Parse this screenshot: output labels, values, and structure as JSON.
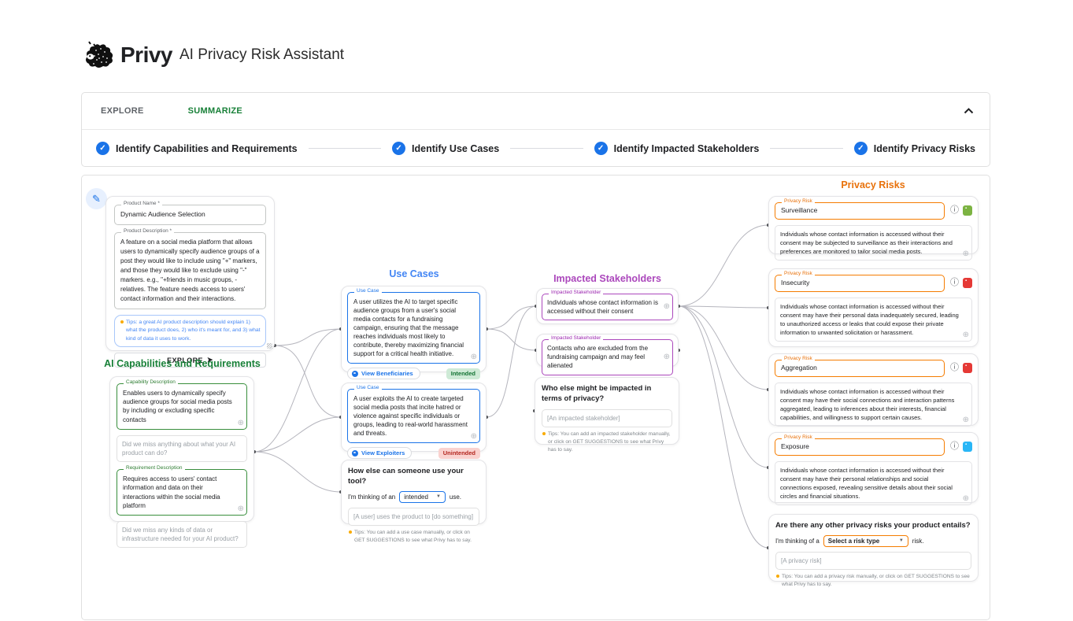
{
  "header": {
    "brand": "Privy",
    "subtitle": "AI Privacy Risk Assistant"
  },
  "tabs": {
    "explore": "EXPLORE",
    "summarize": "SUMMARIZE"
  },
  "steps": [
    {
      "label": "Identify Capabilities and Requirements"
    },
    {
      "label": "Identify Use Cases"
    },
    {
      "label": "Identify Impacted Stakeholders"
    },
    {
      "label": "Identify Privacy Risks"
    }
  ],
  "product": {
    "name_label": "Product Name *",
    "name_value": "Dynamic Audience Selection",
    "desc_label": "Product Description *",
    "desc_value": "A feature on a social media platform that allows users to dynamically specify audience groups of a post they would like to include using \"+\" markers, and those they would like to exclude using \"-\" markers. e.g., \"+friends in music groups, -relatives. The feature needs access to users' contact information and their interactions.",
    "tips": "Tips: a great AI product description should explain 1) what the product does, 2) who it's meant for, and 3) what kind of data it uses to work.",
    "explore_button": "EXPLORE"
  },
  "capabilities": {
    "heading": "AI Capabilities and Requirements",
    "capability_label": "Capability Description",
    "capability_text": "Enables users to dynamically specify audience groups for social media posts by including or excluding specific contacts",
    "capability_placeholder": "Did we miss anything about what your AI product can do?",
    "requirement_label": "Requirement Description",
    "requirement_text": "Requires access to users' contact information and data on their interactions within the social media platform",
    "requirement_placeholder": "Did we miss any kinds of data or infrastructure needed for your AI product?"
  },
  "use_cases": {
    "heading": "Use Cases",
    "cards": [
      {
        "label": "Use Case",
        "text": "A user utilizes the AI to target specific audience groups from a user's social media contacts for a fundraising campaign, ensuring that the message reaches individuals most likely to contribute, thereby maximizing financial support for a critical health initiative.",
        "button": "View Beneficiaries",
        "badge": "Intended"
      },
      {
        "label": "Use Case",
        "text": "A user exploits the AI to create targeted social media posts that incite hatred or violence against specific individuals or groups, leading to real-world harassment and threats.",
        "button": "View Exploiters",
        "badge": "Unintended"
      }
    ],
    "add": {
      "title": "How else can someone use your tool?",
      "prefix": "I'm thinking of an",
      "select_value": "intended",
      "suffix": "use.",
      "placeholder": "[A user] uses the product to [do something]",
      "tips": "Tips: You can add a use case manually, or click on GET SUGGESTIONS to see what Privy has to say."
    }
  },
  "stakeholders": {
    "heading": "Impacted Stakeholders",
    "cards": [
      {
        "label": "Impacted Stakeholder",
        "text": "Individuals whose contact information is accessed without their consent"
      },
      {
        "label": "Impacted Stakeholder",
        "text": "Contacts who are excluded from the fundraising campaign and may feel alienated"
      }
    ],
    "add": {
      "title": "Who else might be impacted in terms of privacy?",
      "placeholder": "[An impacted stakeholder]",
      "tips": "Tips: You can add an impacted stakeholder manually, or click on GET SUGGESTIONS to see what Privy has to say."
    }
  },
  "risks": {
    "heading": "Privacy Risks",
    "label": "Privacy Risk",
    "cards": [
      {
        "title": "Surveillance",
        "description": "Individuals whose contact information is accessed without their consent may be subjected to surveillance as their interactions and preferences are monitored to tailor social media posts.",
        "icon": "surveillance-icon",
        "icon_color": "#7cb342"
      },
      {
        "title": "Insecurity",
        "description": "Individuals whose contact information is accessed without their consent may have their personal data inadequately secured, leading to unauthorized access or leaks that could expose their private information to unwanted solicitation or harassment.",
        "icon": "insecurity-icon",
        "icon_color": "#e53935"
      },
      {
        "title": "Aggregation",
        "description": "Individuals whose contact information is accessed without their consent may have their social connections and interaction patterns aggregated, leading to inferences about their interests, financial capabilities, and willingness to support certain causes.",
        "icon": "aggregation-icon",
        "icon_color": "#e53935"
      },
      {
        "title": "Exposure",
        "description": "Individuals whose contact information is accessed without their consent may have their personal relationships and social connections exposed, revealing sensitive details about their social circles and financial situations.",
        "icon": "exposure-icon",
        "icon_color": "#29b6f6"
      }
    ],
    "add": {
      "title": "Are there any other privacy risks your product entails?",
      "prefix": "I'm thinking of a",
      "select_value": "Select a risk type",
      "suffix": "risk.",
      "placeholder": "[A privacy risk]",
      "tips": "Tips: You can add a privacy risk manually, or click on GET SUGGESTIONS to see what Privy has to say."
    }
  },
  "colors": {
    "step_check": "#1a73e8",
    "tab_active_green": "#188038",
    "capabilities_green": "#188038",
    "use_cases_blue": "#4285f4",
    "stakeholders_purple": "#ab47bc",
    "risks_orange": "#e8710a",
    "intended_badge_bg": "#ceead6",
    "unintended_badge_bg": "#fad2cf"
  }
}
